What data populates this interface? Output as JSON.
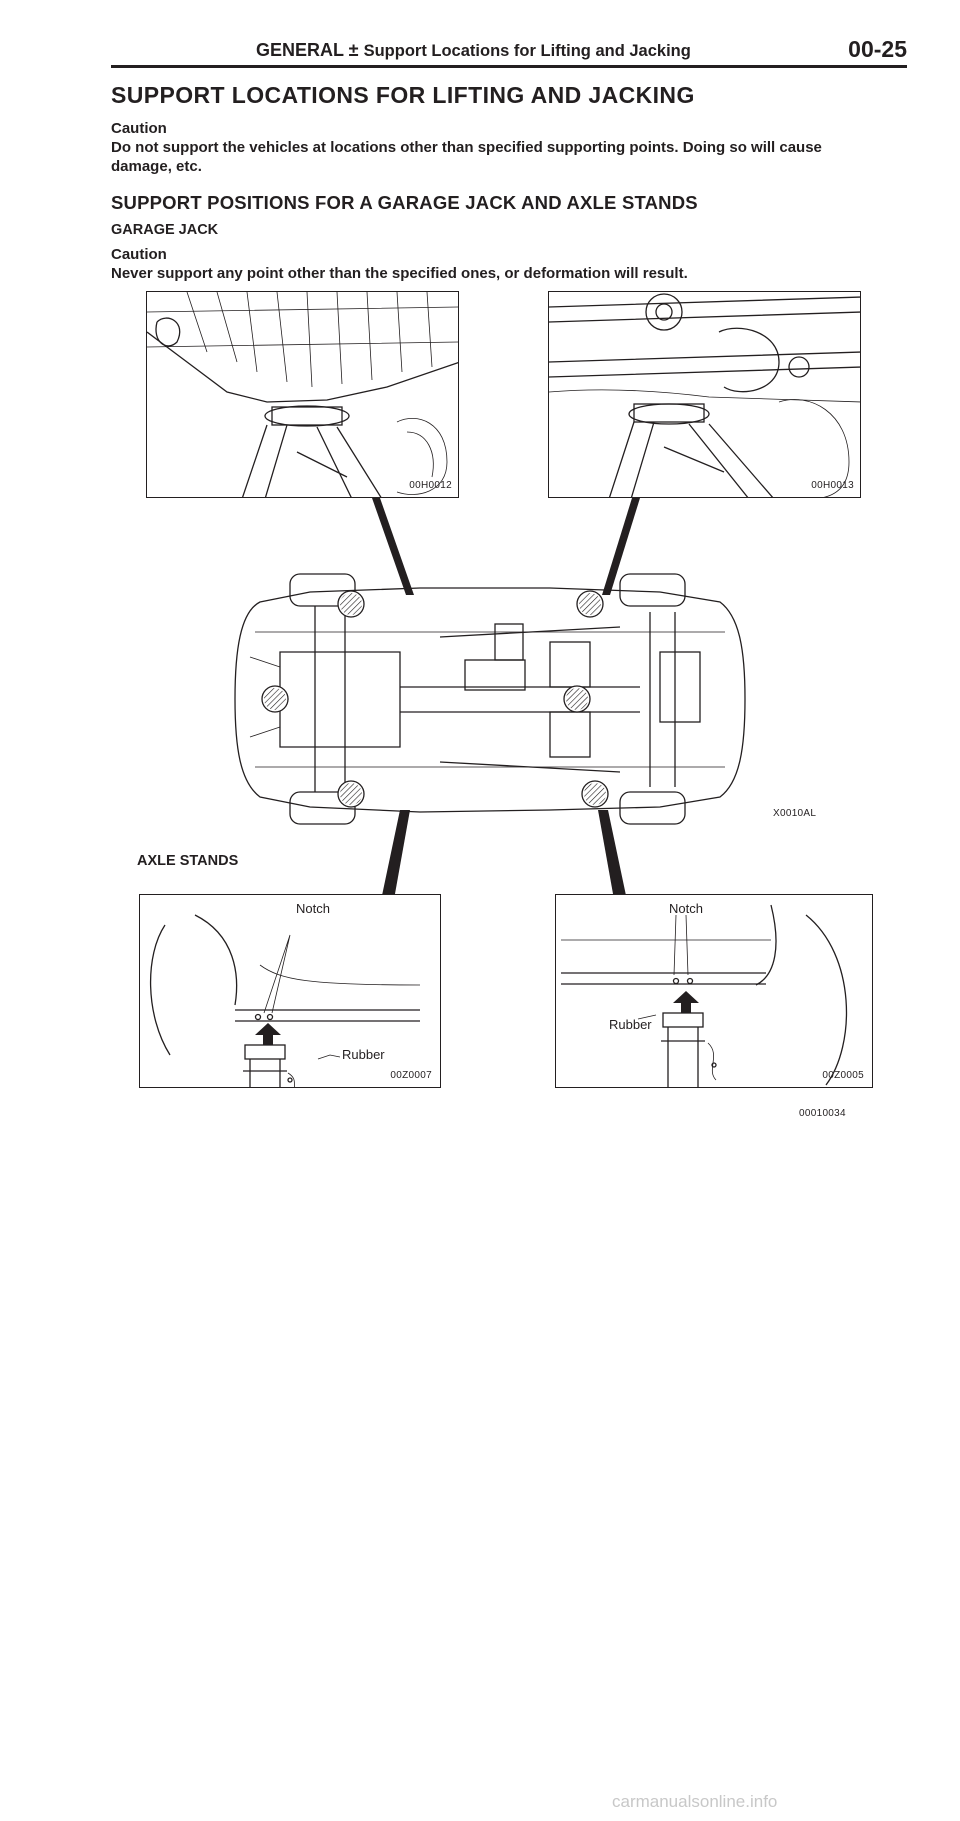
{
  "header": {
    "section": "GENERAL ±",
    "topic": "Support Locations for Lifting and Jacking",
    "page": "00-25"
  },
  "title": "SUPPORT LOCATIONS FOR LIFTING AND JACKING",
  "caution1": {
    "label": "Caution",
    "line1": "Do not support the vehicles at locations other than specified supporting points. Doing so will cause",
    "line2": "damage, etc."
  },
  "section_heading": "SUPPORT POSITIONS FOR A GARAGE JACK AND AXLE STANDS",
  "garage_jack": {
    "heading": "GARAGE JACK",
    "caution_label": "Caution",
    "caution_text": "Never support any point other than the specified ones, or deformation will result.",
    "figure_left_code": "00H0012",
    "figure_right_code": "00H0013"
  },
  "underbody_code": "X0010AL",
  "axle_stands": {
    "heading": "AXLE STANDS",
    "left": {
      "notch": "Notch",
      "rubber": "Rubber",
      "code": "00Z0007"
    },
    "right": {
      "notch": "Notch",
      "rubber": "Rubber",
      "code": "00Z0005"
    }
  },
  "figure_code": "00010034",
  "watermark": "carmanualsonline.info"
}
